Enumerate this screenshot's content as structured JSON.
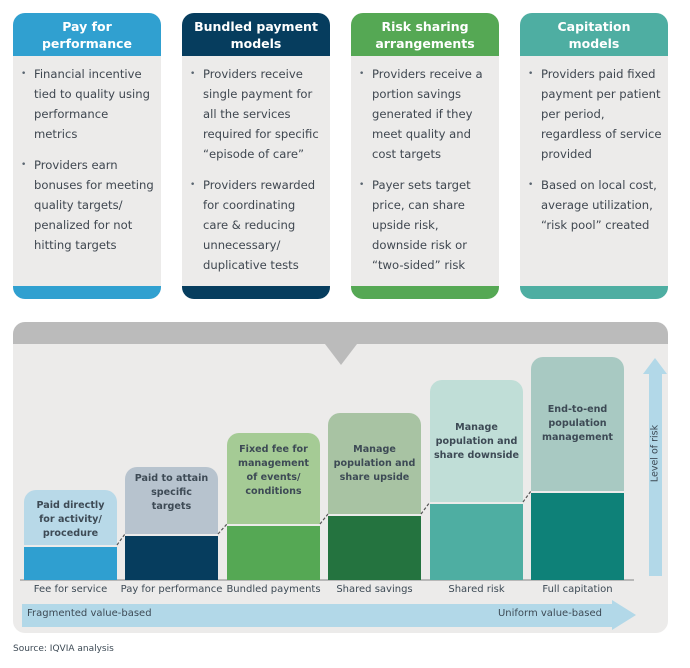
{
  "cards": [
    {
      "title": "Pay for performance",
      "title_lines": [
        "Pay for",
        "performance"
      ],
      "color": "#30a0d0",
      "bullets": [
        "Financial incentive tied to quality using performance metrics",
        "Providers earn bonuses for meeting quality targets/ penalized for not hitting targets"
      ]
    },
    {
      "title": "Bundled payment models",
      "title_lines": [
        "Bundled payment",
        "models"
      ],
      "color": "#063d5e",
      "bullets": [
        "Providers receive single payment for all the services required for specific “episode of care”",
        "Providers rewarded for coordinating care & reducing unnecessary/ duplicative tests"
      ]
    },
    {
      "title": "Risk sharing arrangements",
      "title_lines": [
        "Risk sharing",
        "arrangements"
      ],
      "color": "#55a854",
      "bullets": [
        "Providers receive a portion savings generated if they meet quality and cost targets",
        "Payer sets target price, can share upside risk, downside risk or “two-sided” risk"
      ]
    },
    {
      "title": "Capitation models",
      "title_lines": [
        "Capitation",
        "models"
      ],
      "color": "#4eaea2",
      "bullets": [
        "Providers paid fixed payment per patient per period, regardless of service provided",
        "Based on local cost, average utilization, “risk pool” created"
      ]
    }
  ],
  "staircase": {
    "steps": [
      {
        "label": "Fee for service",
        "description_lines": [
          "Paid directly",
          "for activity/",
          "procedure"
        ],
        "light_color": "#b8d9e8",
        "dark_color": "#2f9fd0"
      },
      {
        "label": "Pay for performance",
        "description_lines": [
          "Paid to attain",
          "specific",
          "targets"
        ],
        "light_color": "#b7c3ce",
        "dark_color": "#063d5e"
      },
      {
        "label": "Bundled payments",
        "description_lines": [
          "Fixed fee for",
          "management",
          "of events/",
          "conditions"
        ],
        "light_color": "#a5cb95",
        "dark_color": "#55a854"
      },
      {
        "label": "Shared savings",
        "description_lines": [
          "Manage",
          "population and",
          "share upside"
        ],
        "light_color": "#a8c3a3",
        "dark_color": "#24733f"
      },
      {
        "label": "Shared risk",
        "description_lines": [
          "Manage",
          "population and",
          "share downside"
        ],
        "light_color": "#c0ded7",
        "dark_color": "#4eaea2"
      },
      {
        "label": "Full capitation",
        "description_lines": [
          "End-to-end",
          "population",
          "management"
        ],
        "light_color": "#a8c9c2",
        "dark_color": "#0e8178"
      }
    ],
    "risk_axis_label": "Level of risk",
    "progress_left_label": "Fragmented value-based",
    "progress_right_label": "Uniform value-based"
  },
  "source": "Source: IQVIA analysis"
}
